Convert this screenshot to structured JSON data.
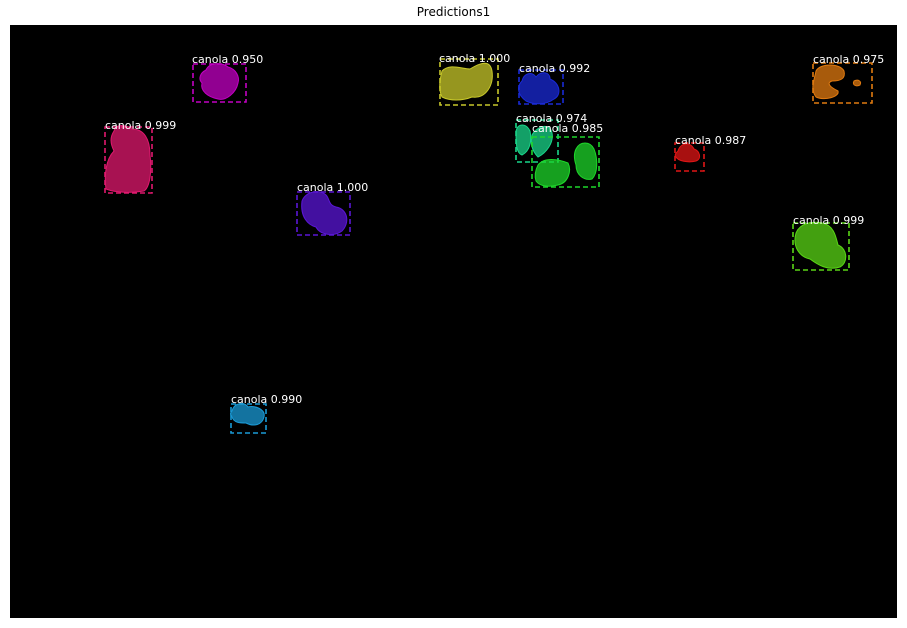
{
  "figure": {
    "title": "Predictions1"
  },
  "detections": [
    {
      "label": "canola 0.950",
      "color": "#c200c2"
    },
    {
      "label": "canola 1.000",
      "color": "#c8c82a"
    },
    {
      "label": "canola 0.992",
      "color": "#1a2ad6"
    },
    {
      "label": "canola 0.975",
      "color": "#e07a10"
    },
    {
      "label": "canola 0.999",
      "color": "#e0186e"
    },
    {
      "label": "canola 0.974",
      "color": "#19d68a"
    },
    {
      "label": "canola 0.985",
      "color": "#1ed62a"
    },
    {
      "label": "canola 0.987",
      "color": "#e01616"
    },
    {
      "label": "canola 1.000",
      "color": "#5a16d6"
    },
    {
      "label": "canola 0.999",
      "color": "#5ad616"
    },
    {
      "label": "canola 0.990",
      "color": "#1a9ad6"
    }
  ]
}
